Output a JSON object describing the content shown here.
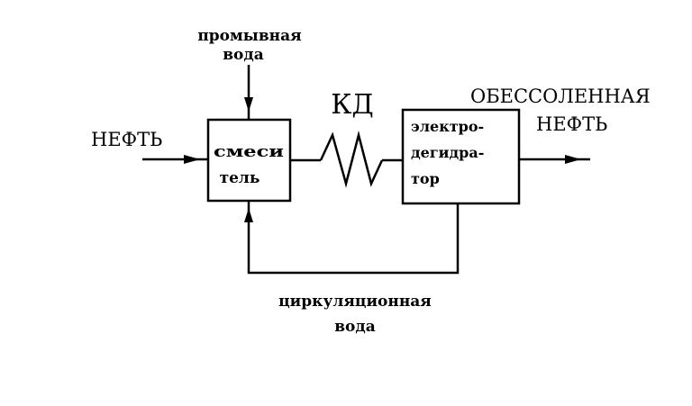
{
  "diagram": {
    "wash_water_label_line1": "промывная",
    "wash_water_label_line2": "вода",
    "crude_oil_label": "НЕФТЬ",
    "mixer_label_line1": "смеси",
    "mixer_label_line2": "тель",
    "heat_exchanger_label": "КД",
    "dehydrator_label_line1": "электро-",
    "dehydrator_label_line2": "дегидра-",
    "dehydrator_label_line3": "тор",
    "desalted_oil_label_line1": "ОБЕССОЛЕННАЯ",
    "desalted_oil_label_line2": "НЕФТЬ",
    "recycle_water_label_line1": "циркуляционная",
    "recycle_water_label_line2": "вода"
  },
  "colors": {
    "ink": "#000000",
    "background": "#ffffff"
  }
}
